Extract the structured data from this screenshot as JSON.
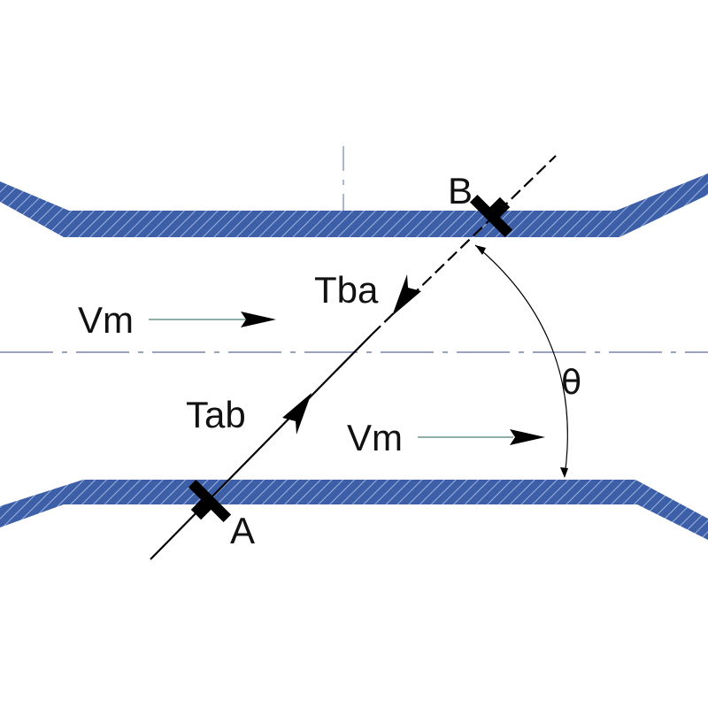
{
  "labels": {
    "sensor_b": "B",
    "sensor_a": "A",
    "transit_ba": "Tba",
    "transit_ab": "Tab",
    "velocity_upper": "Vm",
    "velocity_lower": "Vm",
    "angle": "θ"
  },
  "colors": {
    "pipe_wall": "#3d5fa8",
    "pipe_hatch": "#9fb4dd",
    "flow_arrow_line": "#8fb0a8",
    "centerline": "#9aa3bd",
    "sound_path": "#000000",
    "sensor": "#000000"
  }
}
